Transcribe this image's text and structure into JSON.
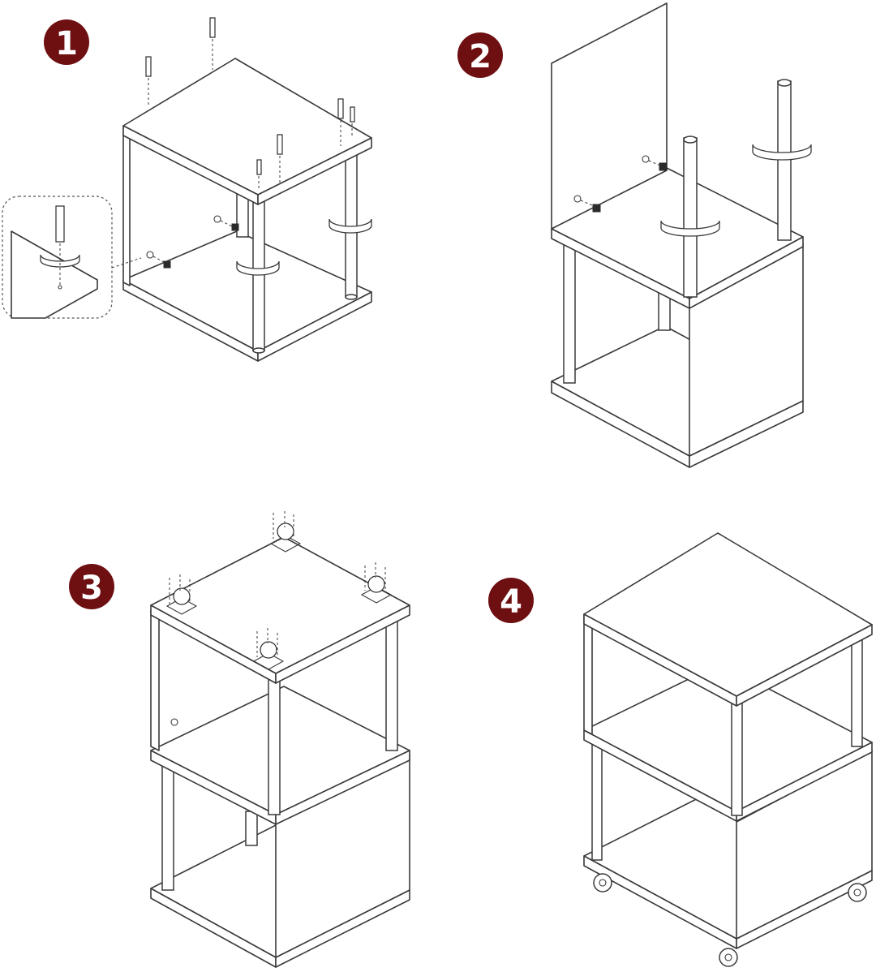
{
  "steps": [
    {
      "number": "1"
    },
    {
      "number": "2"
    },
    {
      "number": "3"
    },
    {
      "number": "4"
    }
  ],
  "colors": {
    "badge": "#6e0f12",
    "line": "#3a3a3a",
    "background": "#ffffff"
  }
}
